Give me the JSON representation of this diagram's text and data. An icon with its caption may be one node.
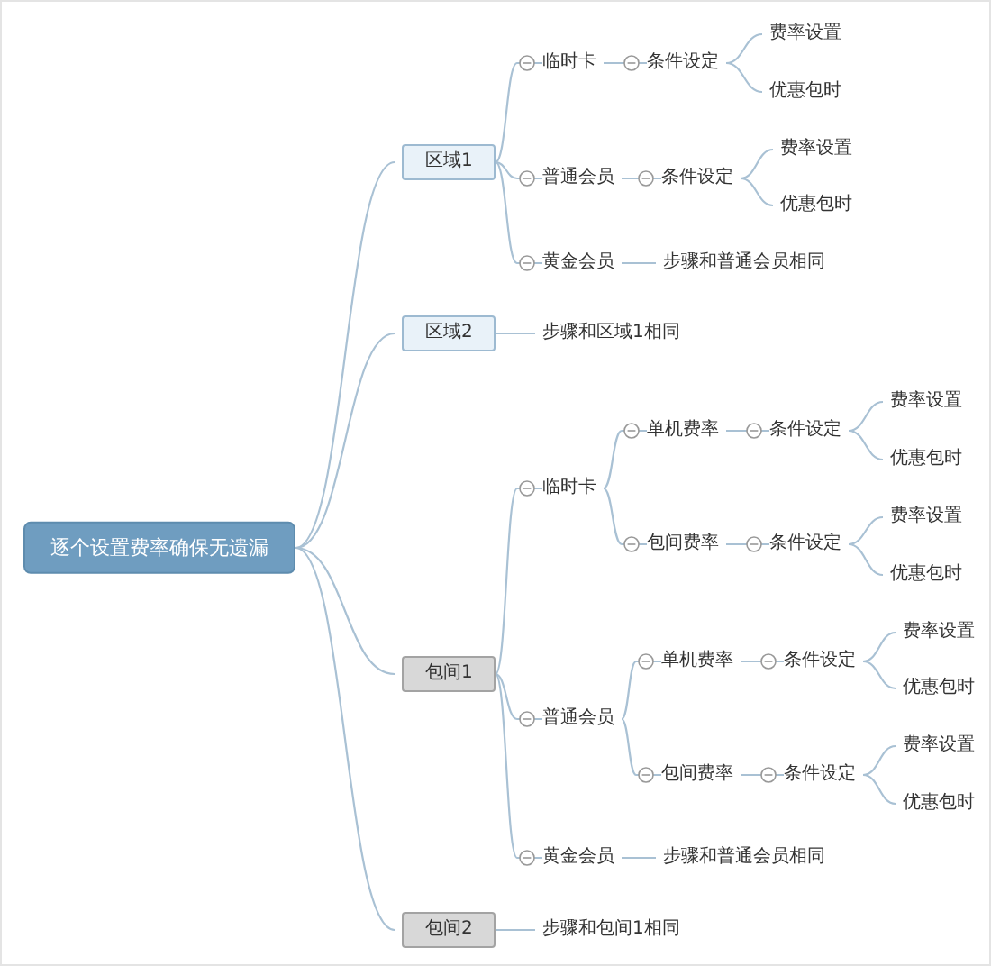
{
  "diagram": {
    "nodes": [
      {
        "text": [
          "逐个设置费率确保无遗漏"
        ]
      },
      {
        "text": [
          "区域1"
        ]
      },
      {
        "text": [
          "临时卡"
        ]
      },
      {
        "text": [
          "条件设定"
        ]
      },
      {
        "text": [
          "费率设置"
        ]
      },
      {
        "text": [
          "优惠包时"
        ]
      },
      {
        "text": [
          "普通会员"
        ]
      },
      {
        "text": [
          "条件设定"
        ]
      },
      {
        "text": [
          "费率设置"
        ]
      },
      {
        "text": [
          "优惠包时"
        ]
      },
      {
        "text": [
          "黄金会员"
        ]
      },
      {
        "text": [
          "步骤和普通会员相同"
        ]
      },
      {
        "text": [
          "区域2"
        ]
      },
      {
        "text": [
          "步骤和区域1相同"
        ]
      },
      {
        "text": [
          "包间1"
        ]
      },
      {
        "text": [
          "临时卡"
        ]
      },
      {
        "text": [
          "单机费率"
        ]
      },
      {
        "text": [
          "条件设定"
        ]
      },
      {
        "text": [
          "费率设置"
        ]
      },
      {
        "text": [
          "优惠包时"
        ]
      },
      {
        "text": [
          "包间费率"
        ]
      },
      {
        "text": [
          "条件设定"
        ]
      },
      {
        "text": [
          "费率设置"
        ]
      },
      {
        "text": [
          "优惠包时"
        ]
      },
      {
        "text": [
          "普通会员"
        ]
      },
      {
        "text": [
          "单机费率"
        ]
      },
      {
        "text": [
          "条件设定"
        ]
      },
      {
        "text": [
          "费率设置"
        ]
      },
      {
        "text": [
          "优惠包时"
        ]
      },
      {
        "text": [
          "包间费率"
        ]
      },
      {
        "text": [
          "条件设定"
        ]
      },
      {
        "text": [
          "费率设置"
        ]
      },
      {
        "text": [
          "优惠包时"
        ]
      },
      {
        "text": [
          "黄金会员"
        ]
      },
      {
        "text": [
          "步骤和普通会员相同"
        ]
      },
      {
        "text": [
          "包间2"
        ]
      },
      {
        "text": [
          "步骤和包间1相同"
        ]
      }
    ],
    "edges": [
      {
        "from": 0,
        "to": 1,
        "arrow": "none"
      },
      {
        "from": 1,
        "to": 2,
        "arrow": "none"
      },
      {
        "from": 2,
        "to": 3,
        "arrow": "none"
      },
      {
        "from": 3,
        "to": 4,
        "arrow": "none"
      },
      {
        "from": 3,
        "to": 5,
        "arrow": "none"
      },
      {
        "from": 1,
        "to": 6,
        "arrow": "none"
      },
      {
        "from": 6,
        "to": 7,
        "arrow": "none"
      },
      {
        "from": 7,
        "to": 8,
        "arrow": "none"
      },
      {
        "from": 7,
        "to": 9,
        "arrow": "none"
      },
      {
        "from": 1,
        "to": 10,
        "arrow": "none"
      },
      {
        "from": 10,
        "to": 11,
        "arrow": "none"
      },
      {
        "from": 0,
        "to": 12,
        "arrow": "none"
      },
      {
        "from": 12,
        "to": 13,
        "arrow": "none"
      },
      {
        "from": 0,
        "to": 14,
        "arrow": "none"
      },
      {
        "from": 14,
        "to": 15,
        "arrow": "none"
      },
      {
        "from": 15,
        "to": 16,
        "arrow": "none"
      },
      {
        "from": 16,
        "to": 17,
        "arrow": "none"
      },
      {
        "from": 17,
        "to": 18,
        "arrow": "none"
      },
      {
        "from": 17,
        "to": 19,
        "arrow": "none"
      },
      {
        "from": 15,
        "to": 20,
        "arrow": "none"
      },
      {
        "from": 20,
        "to": 21,
        "arrow": "none"
      },
      {
        "from": 21,
        "to": 22,
        "arrow": "none"
      },
      {
        "from": 21,
        "to": 23,
        "arrow": "none"
      },
      {
        "from": 14,
        "to": 24,
        "arrow": "none"
      },
      {
        "from": 24,
        "to": 25,
        "arrow": "none"
      },
      {
        "from": 25,
        "to": 26,
        "arrow": "none"
      },
      {
        "from": 26,
        "to": 27,
        "arrow": "none"
      },
      {
        "from": 26,
        "to": 28,
        "arrow": "none"
      },
      {
        "from": 24,
        "to": 29,
        "arrow": "none"
      },
      {
        "from": 29,
        "to": 30,
        "arrow": "none"
      },
      {
        "from": 30,
        "to": 31,
        "arrow": "none"
      },
      {
        "from": 30,
        "to": 32,
        "arrow": "none"
      },
      {
        "from": 14,
        "to": 33,
        "arrow": "none"
      },
      {
        "from": 33,
        "to": 34,
        "arrow": "none"
      },
      {
        "from": 0,
        "to": 35,
        "arrow": "none"
      },
      {
        "from": 35,
        "to": 36,
        "arrow": "none"
      }
    ]
  }
}
